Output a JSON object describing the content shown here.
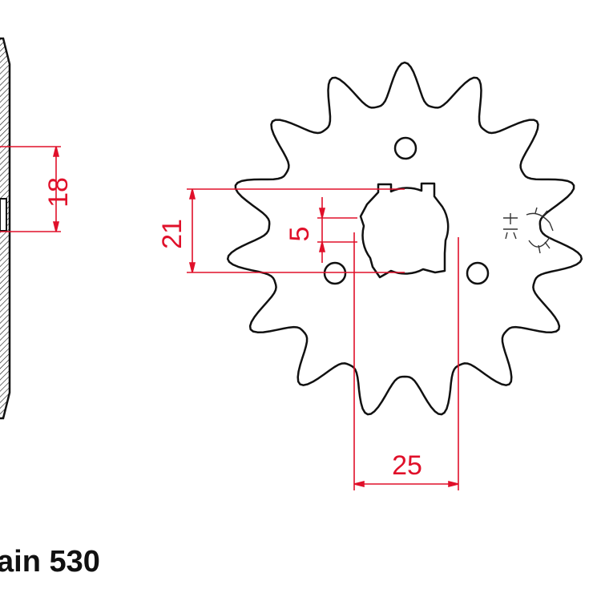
{
  "dimensions": {
    "hub_width": "18",
    "spline_diameter": "21",
    "spline_width": "5",
    "bore_span": "25"
  },
  "caption": "ain 530",
  "colors": {
    "outline": "#111111",
    "dimension": "#e0102a"
  },
  "sprocket": {
    "teeth": 15
  }
}
